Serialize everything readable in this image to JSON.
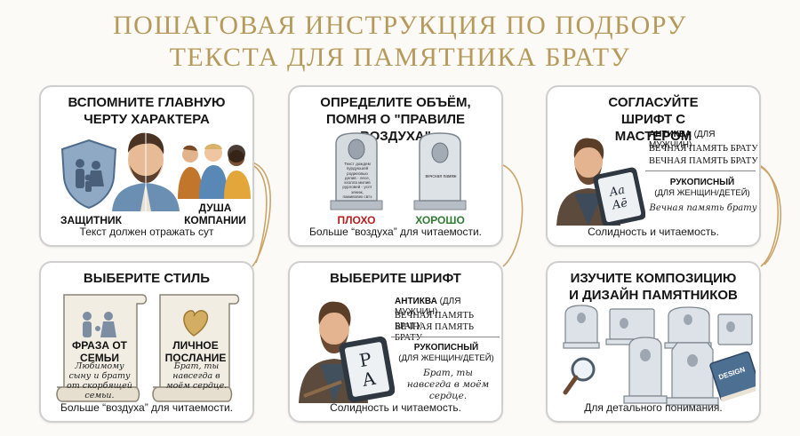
{
  "title": {
    "line1": "ПОШАГОВАЯ ИНСТРУКЦИЯ ПО ПОДБОРУ",
    "line2": "ТЕКСТА ДЛЯ ПАМЯТНИКА БРАТУ"
  },
  "colors": {
    "gold": "#b59a5b",
    "connector": "#caa46a",
    "bad": "#b81e1e",
    "good": "#2e7d32"
  },
  "cards": {
    "trait": {
      "heading": "ВСПОМНИТЕ ГЛАВНУЮ ЧЕРТУ ХАРАКТЕРА",
      "left_label": "ЗАЩИТНИК",
      "right_label": "ДУША КОМПАНИИ",
      "footer": "Текст должен отражать сут",
      "icons": [
        "shield-family-icon",
        "man-portrait",
        "friends-group"
      ]
    },
    "volume": {
      "heading": "ОПРЕДЕЛИТЕ ОБЪЁМ, ПОМНЯ О \"ПРАВИЛЕ ВОЗДУХА\"",
      "bad_label": "ПЛОХО",
      "good_label": "ХОРОШО",
      "bad_text": "Текст дождем пурдуюшей родиеовью делив - лесе, кхолла милив рурловей - услт зяниж, памивовек свтэ",
      "good_text": "вечсная памяж",
      "footer": "Больше “воздуха” для читаемости."
    },
    "font_master": {
      "heading": "СОГЛАСУЙТЕ ШРИФТ С МАСТЕРОМ",
      "antiqua": "АНТИКВА",
      "antiqua_note": "(ДЛЯ МУЖЧИН)",
      "line1": "ВЕЧНАЯ ПАМЯТЬ БРАТУ",
      "line2": "ВЕЧНАЯ ПАМЯТЬ БРАТУ",
      "script_title": "РУКОПИСНЫЙ",
      "script_note": "(ДЛЯ ЖЕНЩИН/ДЕТЕЙ)",
      "script_sample": "Вечная память брату",
      "tablet_text": "Aa Aē",
      "footer": "Солидность и читаемость."
    },
    "style": {
      "heading": "ВЫБЕРИТЕ СТИЛЬ",
      "family_label": "ФРАЗА ОТ СЕМЬИ",
      "family_text": "Любимому сыну и брату от скорбящей семьи.",
      "personal_label": "ЛИЧНОЕ ПОСЛАНИЕ",
      "personal_text": "Брат, ты навсегда в моём сердце.",
      "footer": "Больше “воздуха” для читаемости."
    },
    "font": {
      "heading": "ВЫБЕРИТЕ ШРИФТ",
      "antiqua": "АНТИКВА",
      "antiqua_note": "(ДЛЯ МУЖЧИН)",
      "line1": "ВЕЧНАЯ ПАМЯТЬ БРАТУ",
      "line2": "ВЕЧНАЯ ПАМЯТЬ БРАТУ",
      "script_title": "РУКОПИСНЫЙ",
      "script_note": "(ДЛЯ ЖЕНЩИН/ДЕТЕЙ)",
      "script_sample": "Брат, ты навсегда в моём сердце.",
      "tablet_text": "P A",
      "footer": "Солидность и читаемость."
    },
    "design": {
      "heading": "ИЗУЧИТЕ КОМПОЗИЦИЮ И ДИЗАЙН ПАМЯТНИКОВ",
      "book_label": "DESIGN",
      "footer": "Для детального понимания."
    }
  }
}
